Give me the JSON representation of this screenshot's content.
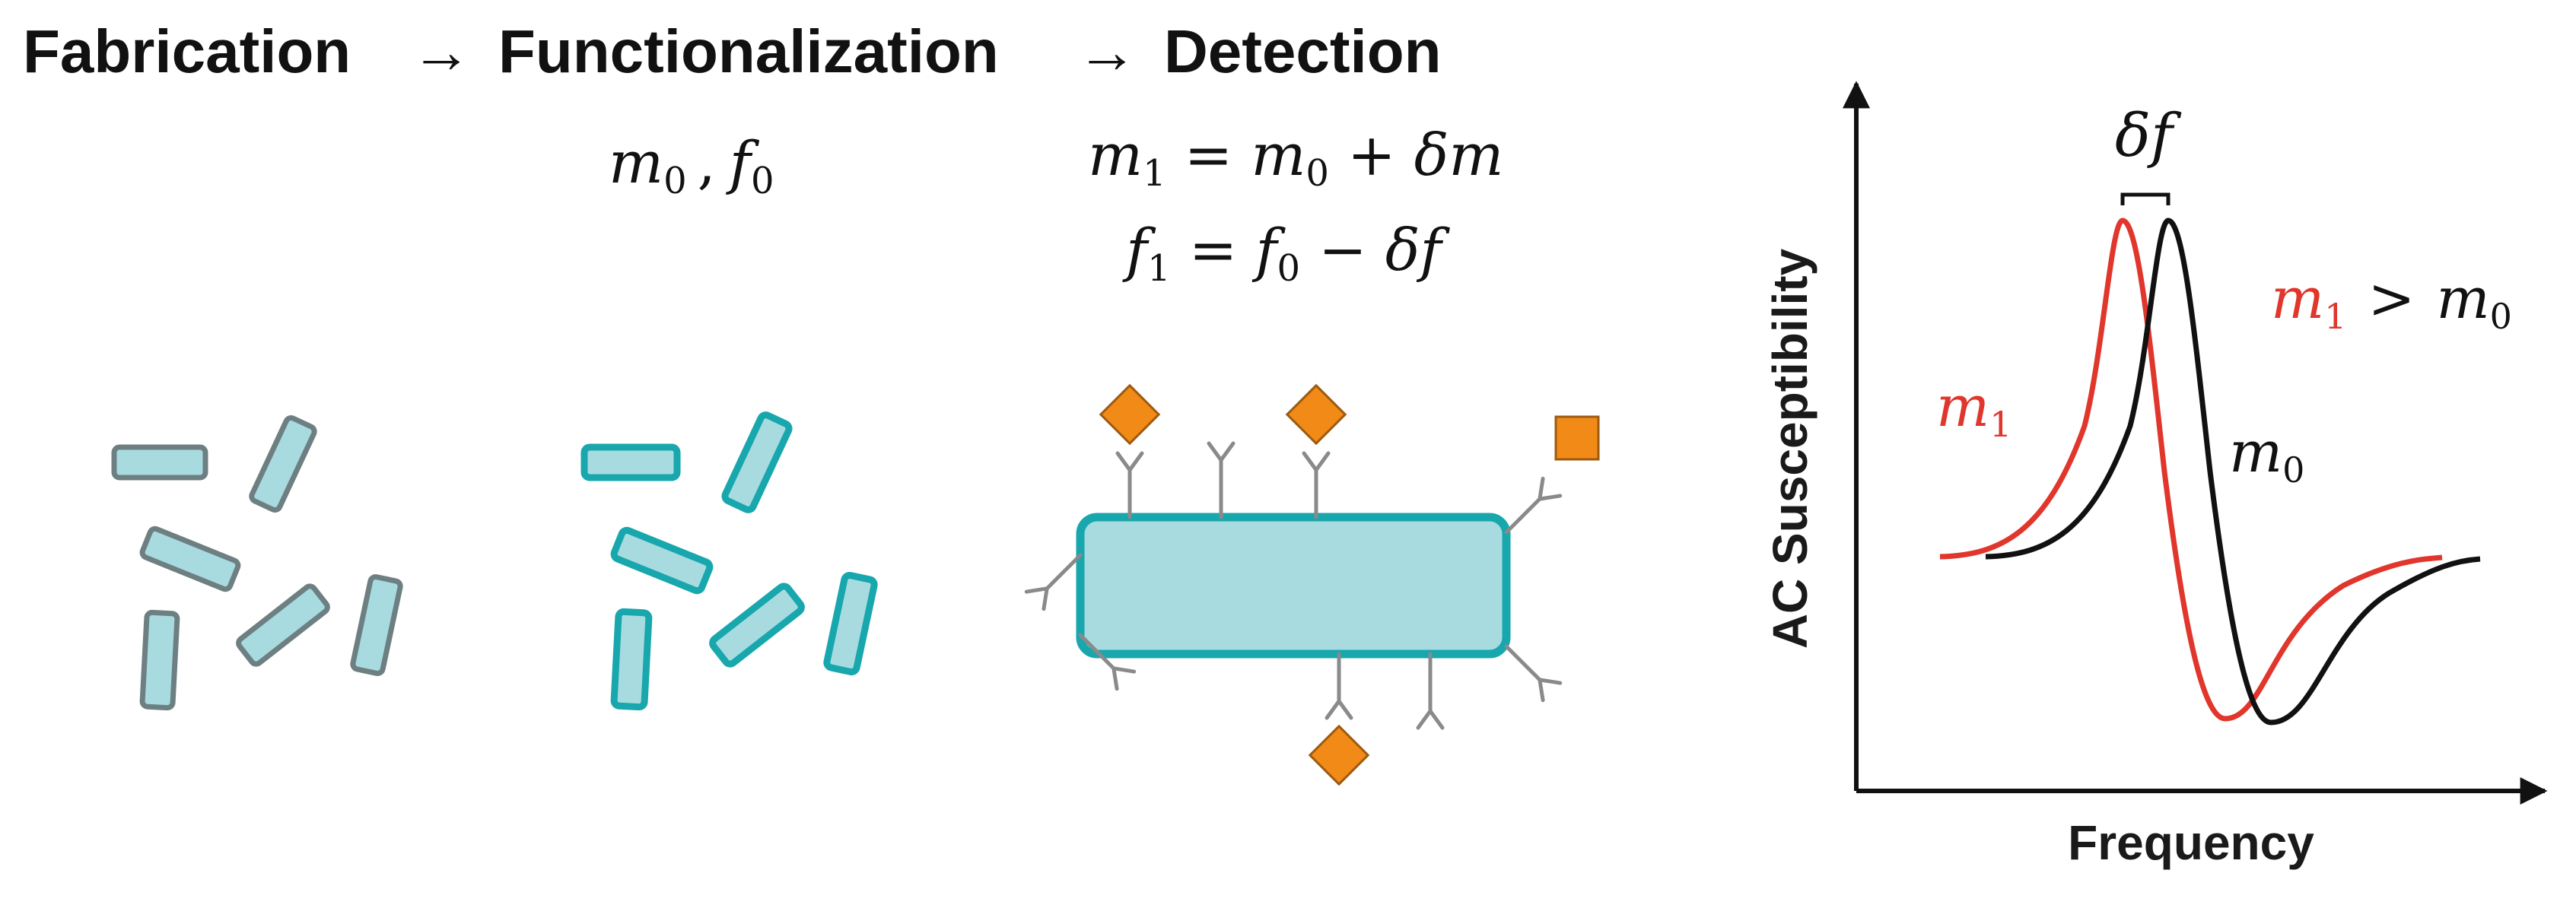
{
  "header": {
    "stage1": "Fabrication",
    "stage2": "Functionalization",
    "stage3": "Detection",
    "arrow": "→"
  },
  "equations": {
    "functionalization": {
      "m": "m",
      "m_sub": "0",
      "sep": ",",
      "f": "f",
      "f_sub": "0"
    },
    "detection_line1": {
      "m1": "m",
      "m1_sub": "1",
      "eq": "=",
      "m0": "m",
      "m0_sub": "0",
      "plus": "+",
      "dm": "δm"
    },
    "detection_line2": {
      "f1": "f",
      "f1_sub": "1",
      "eq": "=",
      "f0": "f",
      "f0_sub": "0",
      "minus": "−",
      "df": "δf"
    }
  },
  "graph": {
    "ylabel": "AC Susceptibility",
    "xlabel": "Frequency",
    "delta_label": "δf",
    "red_curve_label": {
      "m": "m",
      "sub": "1"
    },
    "black_curve_label": {
      "m": "m",
      "sub": "0"
    },
    "comparison": {
      "left_m": "m",
      "left_sub": "1",
      "op": ">",
      "right_m": "m",
      "right_sub": "0"
    },
    "colors": {
      "red_curve": "#e0362c",
      "black_curve": "#111111"
    }
  },
  "colors": {
    "rod_fill": "#a7dbe0",
    "rod_outline_grey": "#6e7f82",
    "rod_outline_teal": "#17a7ad",
    "antigen": "#f28a17",
    "antibody": "#8a8a8a"
  },
  "icons": [
    "rod-nanoparticle",
    "antibody-icon",
    "antigen-diamond-icon",
    "antigen-square-icon"
  ]
}
